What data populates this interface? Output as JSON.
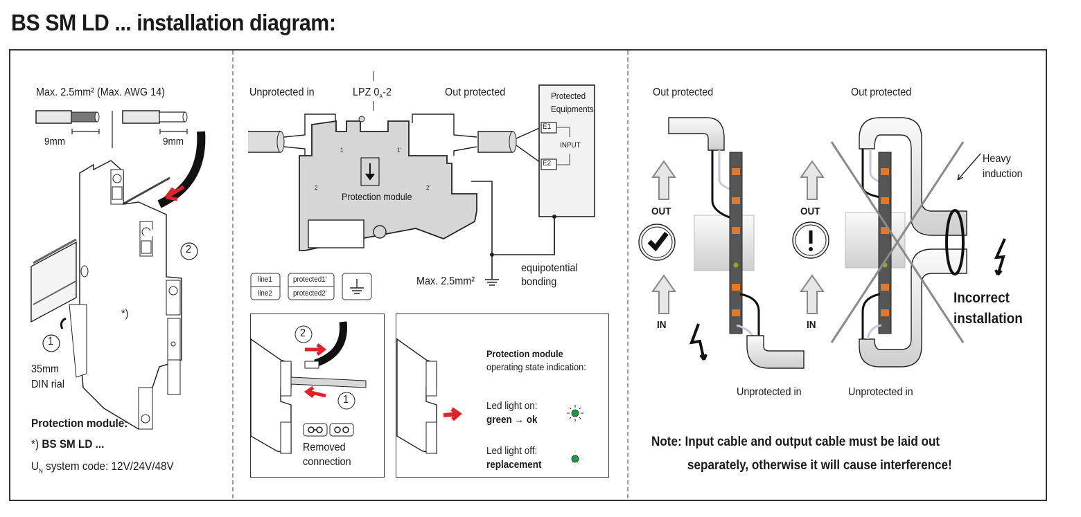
{
  "title": "BS SM LD ... installation diagram:",
  "panel_left": {
    "wire_spec": "Max. 2.5mm² (Max. AWG 14)",
    "strip_length_1": "9mm",
    "strip_length_2": "9mm",
    "step_1": "1",
    "step_2": "2",
    "module_marker": "*)",
    "rail_label_line1": "35mm",
    "rail_label_line2": "DIN rial",
    "module_heading": "Protection module:",
    "module_name_prefix": "*)",
    "module_name": "BS SM LD ...",
    "system_code_symbol": "U",
    "system_code_subscript": "N",
    "system_code_text": "system code: 12V/24V/48V"
  },
  "panel_middle": {
    "unprotected_in": "Unprotected in",
    "lpz": "LPZ 0",
    "lpz_sub": "A",
    "lpz_suffix": "-2",
    "out_protected": "Out protected",
    "equipment_title_1": "Protected",
    "equipment_title_2": "Equipments",
    "terminal_e1": "E1",
    "terminal_e2": "E2",
    "input_label": "INPUT",
    "module_label": "Protection module",
    "term_1": "1",
    "term_1p": "1'",
    "term_2": "2",
    "term_2p": "2'",
    "ground_wire": "Max. 2.5mm²",
    "bonding_1": "equipotential",
    "bonding_2": "bonding",
    "legend": {
      "line1": "line1",
      "line2": "line2",
      "protected1": "protected1'",
      "protected2": "protected2'"
    },
    "removal_box": {
      "step_1": "1",
      "step_2": "2",
      "caption_1": "Removed",
      "caption_2": "connection"
    },
    "indication_box": {
      "heading": "Protection module",
      "subheading": "operating state indication:",
      "on_label": "Led light on:",
      "on_state": "green → ok",
      "off_label": "Led light off:",
      "off_state": "replacement",
      "led_color": "#1a9a4a"
    }
  },
  "panel_right": {
    "correct": {
      "top_label": "Out protected",
      "bottom_label": "Unprotected in",
      "out_arrow": "OUT",
      "in_arrow": "IN",
      "status_icon": "check"
    },
    "incorrect": {
      "top_label": "Out protected",
      "bottom_label": "Unprotected in",
      "out_arrow": "OUT",
      "in_arrow": "IN",
      "status_icon": "exclamation",
      "induction_1": "Heavy",
      "induction_2": "induction",
      "verdict_1": "Incorrect",
      "verdict_2": "installation"
    },
    "note_1": "Note: Input cable and output cable must be laid out",
    "note_2": "separately, otherwise it will cause interference!"
  },
  "colors": {
    "arrow_red": "#e0232a",
    "terminal_orange": "#e07a2a",
    "module_gray": "#d6d6d6",
    "wire_lilac": "#c8c4e6"
  }
}
